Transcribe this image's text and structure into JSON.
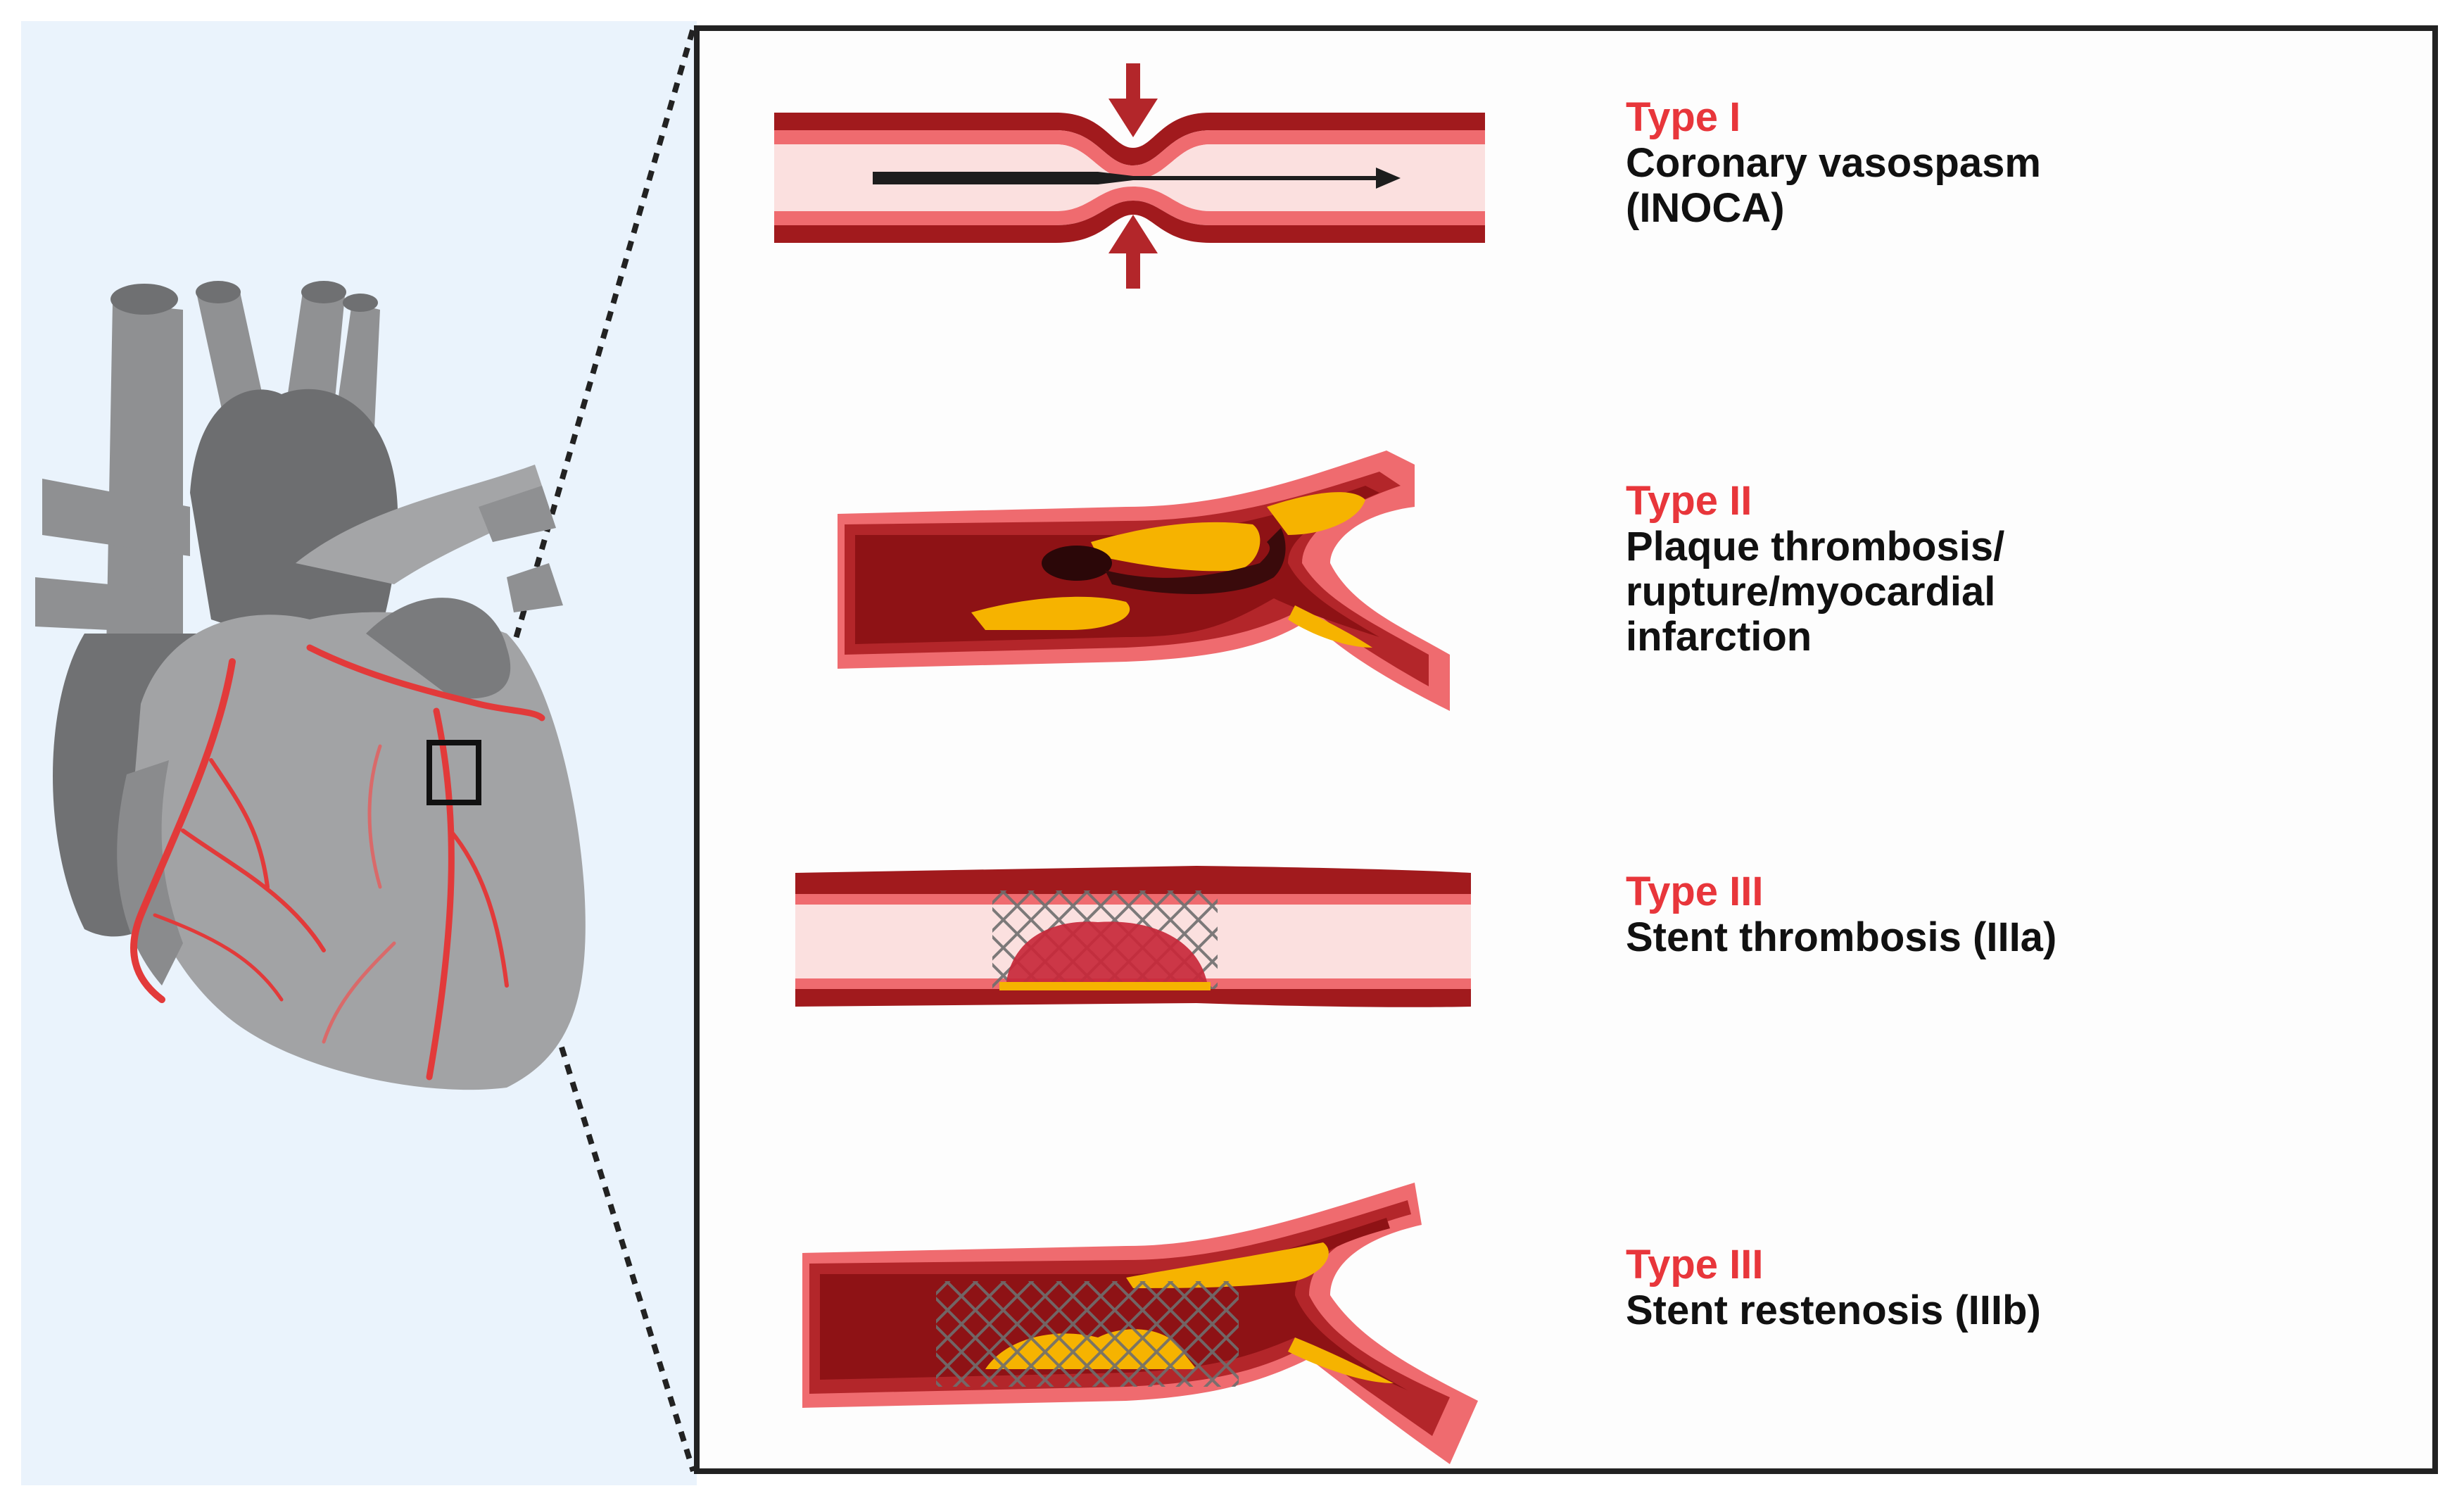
{
  "colors": {
    "panel_background": "#eaf3fc",
    "heart_gray": "#9d9ea0",
    "heart_dark": "#6f7072",
    "coronary_red": "#e23a3a",
    "vessel_wall": "#a11a1d",
    "vessel_wall_outer": "#ef6b6f",
    "lumen_light": "#fbe0df",
    "lumen_dark": "#8e1215",
    "plaque_yellow": "#f6b300",
    "label_red": "#e8363b",
    "text_black": "#111111"
  },
  "types": [
    {
      "type": "Type I",
      "description": "Coronary vasospasm\n(INOCA)",
      "illustration": "vasospasm-vessel"
    },
    {
      "type": "Type II",
      "description": "Plaque thrombosis/\nrupture/myocardial\ninfarction",
      "illustration": "plaque-rupture-vessel"
    },
    {
      "type": "Type III",
      "description": "Stent thrombosis (IIIa)",
      "illustration": "stent-thrombosis-vessel"
    },
    {
      "type": "Type III",
      "description": "Stent restenosis (IIIb)",
      "illustration": "stent-restenosis-vessel"
    }
  ]
}
